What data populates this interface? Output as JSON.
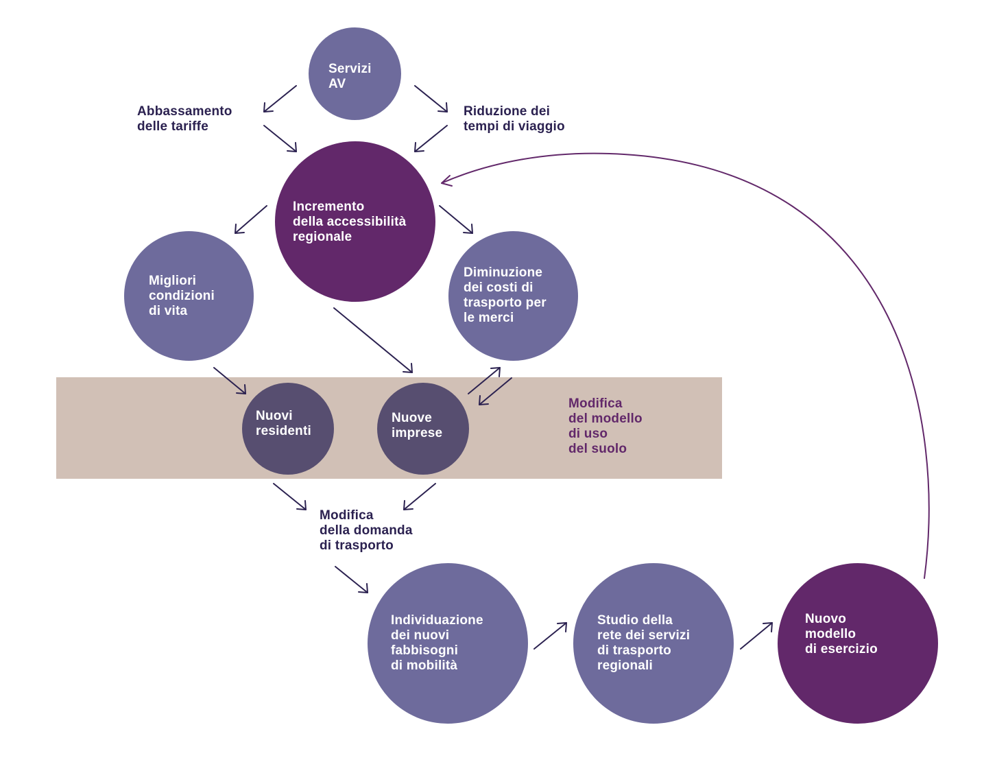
{
  "colors": {
    "node_light": "#6e6b9c",
    "node_dark": "#62286a",
    "node_mid": "#574e70",
    "band": "#d1c0b6",
    "arrow_navy": "#2b2150",
    "arrow_purple": "#62286a"
  },
  "nodes": {
    "servizi_av": "Servizi\nAV",
    "incremento": "Incremento\ndella accessibilità\nregionale",
    "migliori": "Migliori\ncondizioni\ndi vita",
    "diminuzione": "Diminuzione\ndei costi di\ntrasporto per\nle merci",
    "nuovi_residenti": "Nuovi\nresidenti",
    "nuove_imprese": "Nuove\nimprese",
    "individuazione": "Individuazione\ndei nuovi\nfabbisogni\ndi mobilità",
    "studio": "Studio della\nrete dei servizi\ndi trasporto\nregionali",
    "nuovo_modello": "Nuovo\nmodello\ndi esercizio"
  },
  "labels": {
    "abbassamento": "Abbassamento\ndelle tariffe",
    "riduzione": "Riduzione dei\ntempi di viaggio",
    "modifica_domanda": "Modifica\ndella domanda\ndi trasporto",
    "modifica_suolo": "Modifica\ndel modello\ndi uso\ndel suolo"
  }
}
